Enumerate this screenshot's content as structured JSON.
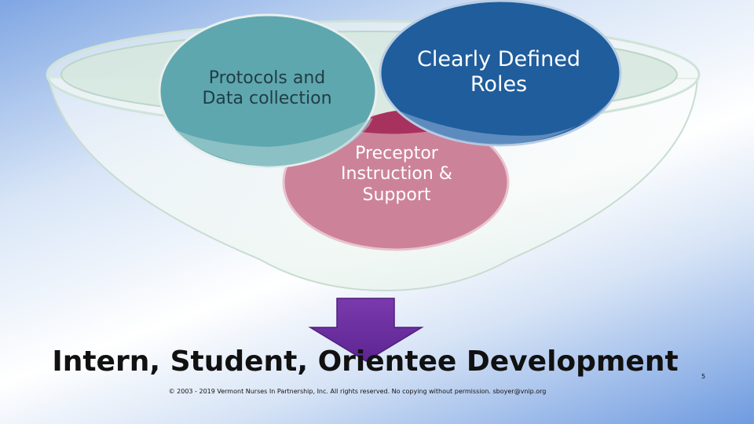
{
  "diagram": {
    "circles": {
      "protocols": "Protocols and\nData collection",
      "roles": "Clearly Defined\nRoles",
      "preceptor": "Preceptor\nInstruction &\nSupport"
    },
    "colors": {
      "funnel_rim": "#d6e8df",
      "protocols_fill": "#5fa7ae",
      "roles_fill": "#1f5d9c",
      "preceptor_fill": "#cc8399",
      "preceptor_top": "#a8325e",
      "arrow_fill": "#7030a0"
    }
  },
  "title": "Intern, Student, Orientee Development",
  "footer": {
    "copyright": "© 2003 - 2019 Vermont Nurses In Partnership, Inc. All rights reserved.  No copying without permission. sboyer@vnip.org",
    "page_number": "5"
  }
}
